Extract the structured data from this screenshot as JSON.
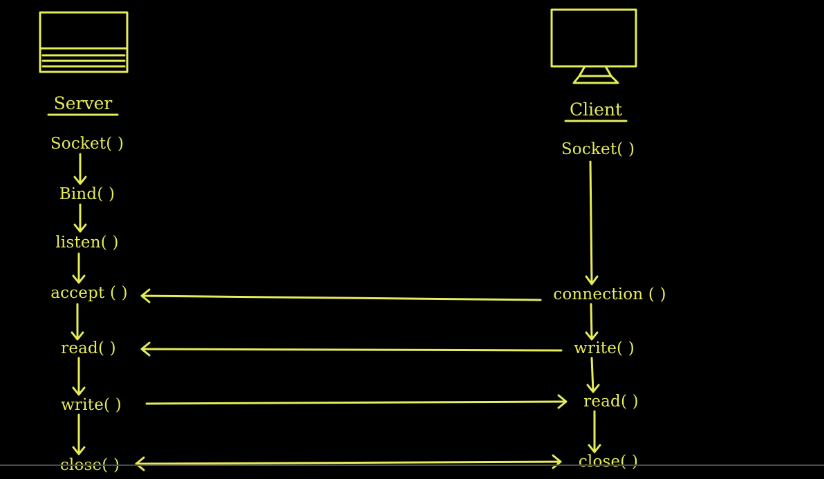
{
  "colors": {
    "background": "#000000",
    "ink": "#e6ec5a"
  },
  "server": {
    "title": "Server",
    "icon": "laptop-icon",
    "steps": [
      "Socket( )",
      "Bind( )",
      "listen( )",
      "accept ( )",
      "read( )",
      "write( )",
      "close( )"
    ]
  },
  "client": {
    "title": "Client",
    "icon": "monitor-icon",
    "steps": [
      "Socket( )",
      "connection ( )",
      "write( )",
      "read( )",
      "close( )"
    ]
  }
}
